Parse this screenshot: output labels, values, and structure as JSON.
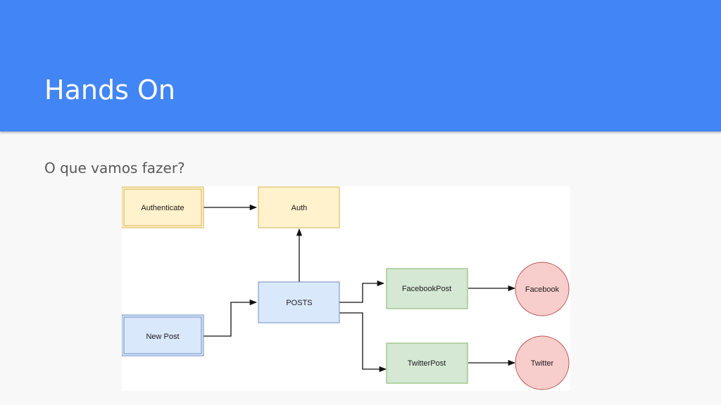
{
  "slide": {
    "title": "Hands On",
    "subtitle": "O que vamos fazer?"
  },
  "diagram": {
    "nodes": {
      "authenticate": "Authenticate",
      "auth": "Auth",
      "posts": "POSTS",
      "new_post": "New Post",
      "facebook_post": "FacebookPost",
      "twitter_post": "TwitterPost",
      "facebook": "Facebook",
      "twitter": "Twitter"
    },
    "edges": [
      {
        "from": "Authenticate",
        "to": "Auth"
      },
      {
        "from": "POSTS",
        "to": "Auth"
      },
      {
        "from": "New Post",
        "to": "POSTS"
      },
      {
        "from": "POSTS",
        "to": "FacebookPost"
      },
      {
        "from": "POSTS",
        "to": "TwitterPost"
      },
      {
        "from": "FacebookPost",
        "to": "Facebook"
      },
      {
        "from": "TwitterPost",
        "to": "Twitter"
      }
    ]
  },
  "colors": {
    "header_blue": "#4285f4",
    "yellow_fill": "#fff2cc",
    "yellow_stroke": "#d6b656",
    "blue_fill": "#dae8fc",
    "blue_stroke": "#6c8ebf",
    "green_fill": "#d5e8d4",
    "green_stroke": "#82b366",
    "red_fill": "#f8cecc",
    "red_stroke": "#b85450"
  }
}
